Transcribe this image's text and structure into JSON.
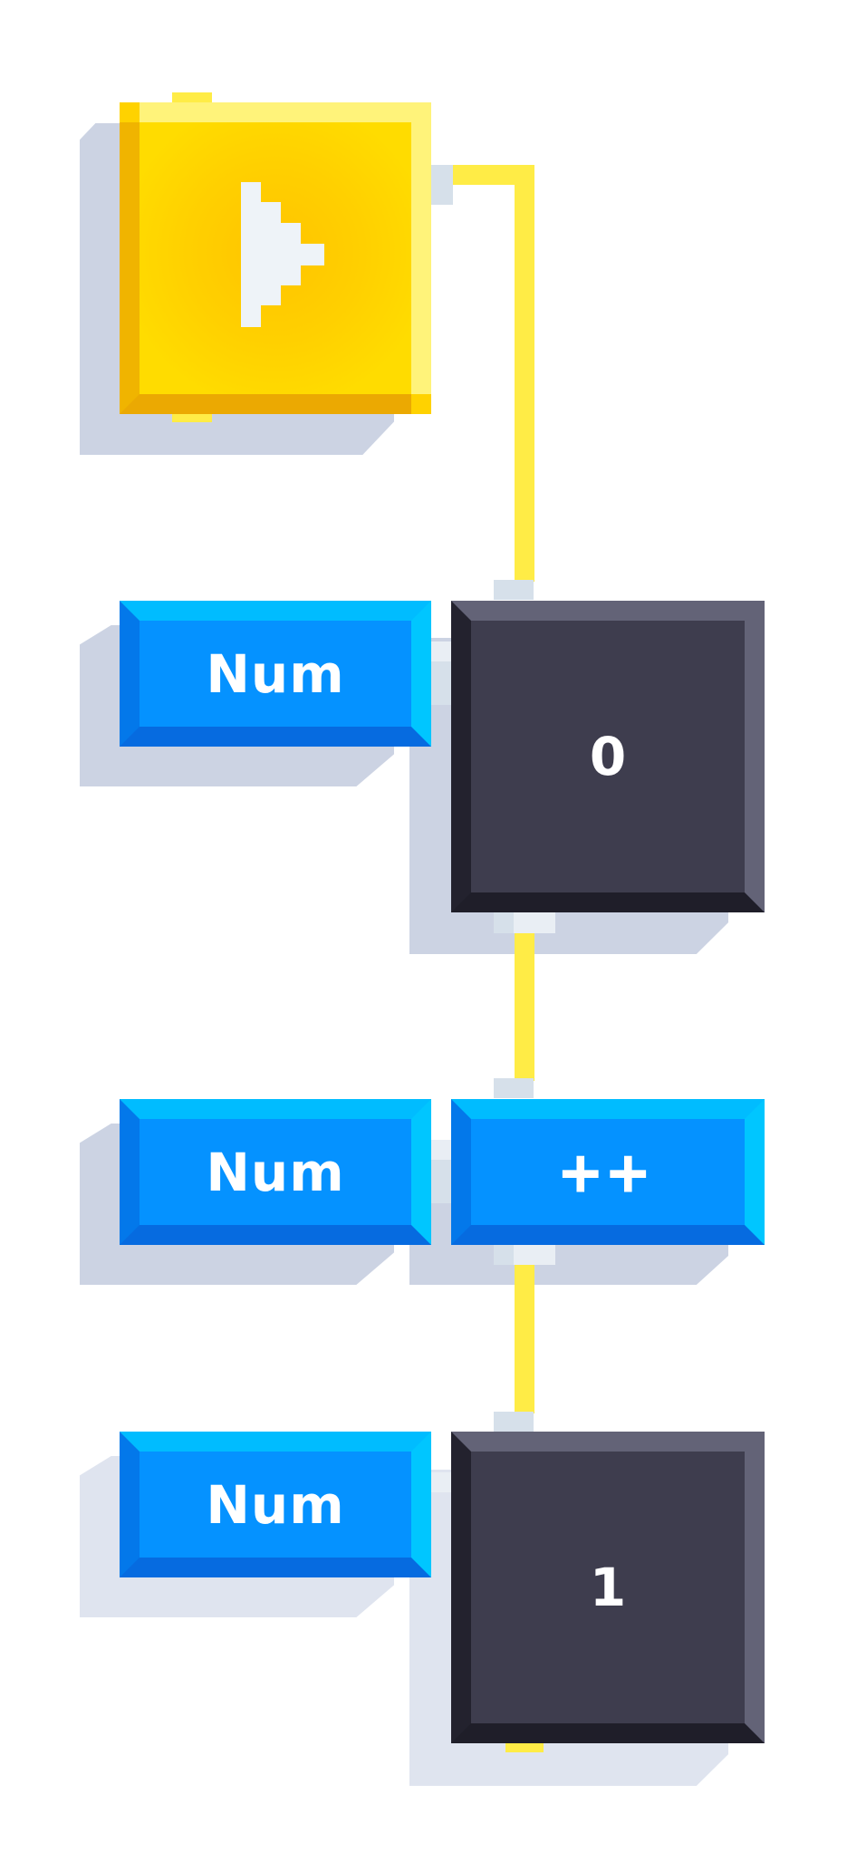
{
  "blocks": {
    "start": {
      "icon": "play-icon"
    },
    "row1": {
      "type_label": "Num",
      "value": "0"
    },
    "row2": {
      "type_label": "Num",
      "operator": "++"
    },
    "row3": {
      "type_label": "Num",
      "value": "1"
    }
  },
  "colors": {
    "yellow": "#ffd000",
    "wire": "#ffec46",
    "blue": "#0592ff",
    "dark": "#3e3d4e",
    "shadow": "#ccd3e3"
  }
}
